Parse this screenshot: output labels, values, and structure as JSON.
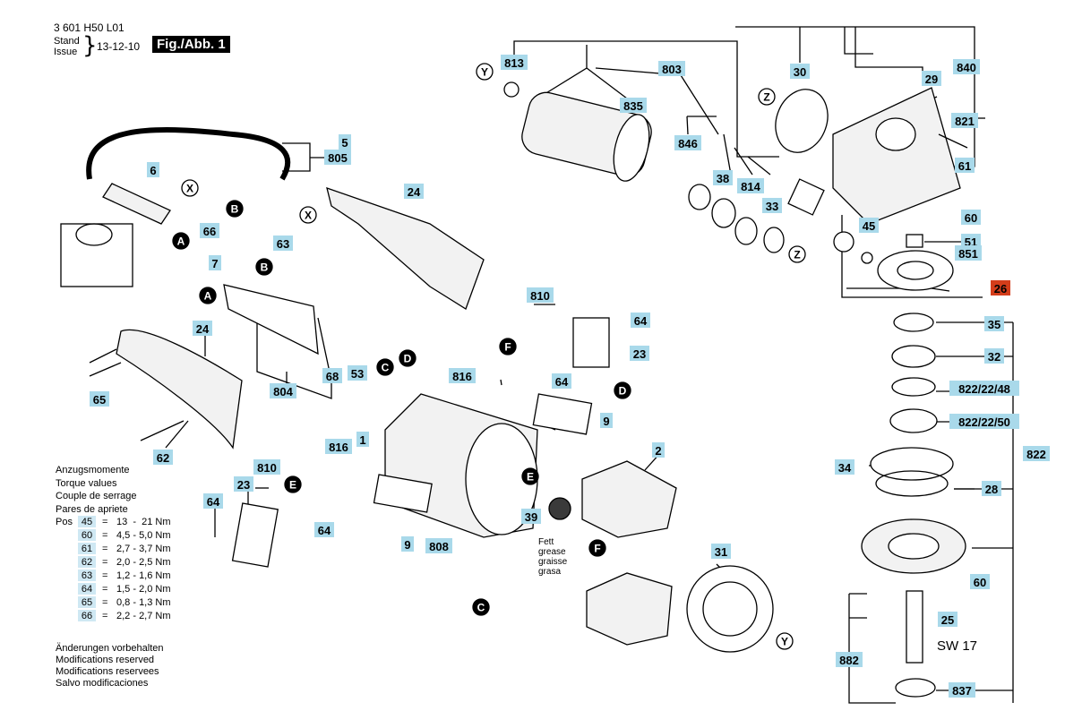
{
  "header": {
    "doc_code": "3 601 H50 L01",
    "stand_label": "Stand",
    "issue_label": "Issue",
    "date": "13-12-10",
    "figure_label": "Fig./Abb. 1"
  },
  "torque_table": {
    "title_lines": [
      "Anzugsmomente",
      "Torque values",
      "Couple de serrage",
      "Pares de apriete"
    ],
    "pos_label": "Pos",
    "equals": "=",
    "rows": [
      {
        "pos": "45",
        "value": "13  -  21 Nm"
      },
      {
        "pos": "60",
        "value": "4,5 - 5,0 Nm"
      },
      {
        "pos": "61",
        "value": "2,7 - 3,7 Nm"
      },
      {
        "pos": "62",
        "value": "2,0 - 2,5 Nm"
      },
      {
        "pos": "63",
        "value": "1,2 - 1,6 Nm"
      },
      {
        "pos": "64",
        "value": "1,5 - 2,0 Nm"
      },
      {
        "pos": "65",
        "value": "0,8 - 1,3 Nm"
      },
      {
        "pos": "66",
        "value": "2,2 - 2,7 Nm"
      }
    ]
  },
  "notes": [
    "Änderungen vorbehalten",
    "Modifications reserved",
    "Modifications reservees",
    "Salvo modificaciones"
  ],
  "grease_note": [
    "Fett",
    "grease",
    "graisse",
    "grasa"
  ],
  "wrench_size": "SW 17",
  "colors": {
    "label_bg": "#a9d9ea",
    "highlight_bg": "#d43d1a",
    "line": "#000000",
    "part_fill": "#f2f2f2",
    "dark_fill": "#3a3a3a"
  },
  "part_numbers": [
    "813",
    "803",
    "30",
    "840",
    "29",
    "821",
    "61",
    "835",
    "846",
    "38",
    "814",
    "33",
    "60",
    "51",
    "851",
    "45",
    "26",
    "35",
    "32",
    "822/22/48",
    "822/22/50",
    "822",
    "28",
    "34",
    "60",
    "25",
    "882",
    "837",
    "5",
    "805",
    "6",
    "24",
    "66",
    "63",
    "7",
    "68",
    "804",
    "53",
    "24",
    "65",
    "62",
    "810",
    "64",
    "23",
    "816",
    "64",
    "9",
    "1",
    "2",
    "816",
    "810",
    "23",
    "64",
    "64",
    "9",
    "808",
    "39",
    "31"
  ],
  "callout_letters": [
    "Y",
    "Z",
    "Z",
    "A",
    "B",
    "X",
    "X",
    "B",
    "A",
    "C",
    "D",
    "F",
    "D",
    "E",
    "E",
    "F",
    "C",
    "Y"
  ]
}
